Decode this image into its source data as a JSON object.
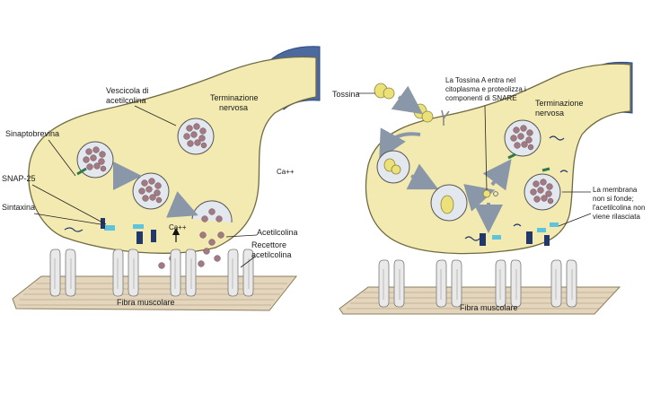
{
  "colors": {
    "terminal": "#f3eab2",
    "terminal_stroke": "#6f6a40",
    "axon": "#4d6aa0",
    "muscle": "#e4d6bd",
    "receptor": "#e9e9e9",
    "vesicle": "#e3e8ee",
    "ach": "#a27a84",
    "toxin": "#ece079",
    "arrow": "#8a97a8",
    "snare_green": "#2e7a4a",
    "snare_navy": "#23386a",
    "snare_cyan": "#5ec4dc"
  },
  "left_panel": {
    "labels": {
      "vesicle": "Vescicola di acetilcolina",
      "terminal": "Terminazione nervosa",
      "synaptobrevin": "Sinaptobrevina",
      "snap25": "SNAP-25",
      "syntaxin": "Sintaxina",
      "calcium_outside": "Ca++",
      "calcium_inside": "Ca++",
      "acetylcholine": "Acetilcolina",
      "receptor": "Recettore acetilcolina",
      "muscle": "Fibra muscolare"
    }
  },
  "right_panel": {
    "labels": {
      "toxin": "Tossina",
      "toxin_note": "La Tossina A entra nel citoplasma e proteolizza i componenti di SNARE",
      "terminal": "Terminazione nervosa",
      "membrane_note": "La membrana non si fonde; l'acetilcolina non viene rilasciata",
      "muscle": "Fibra muscolare"
    }
  }
}
